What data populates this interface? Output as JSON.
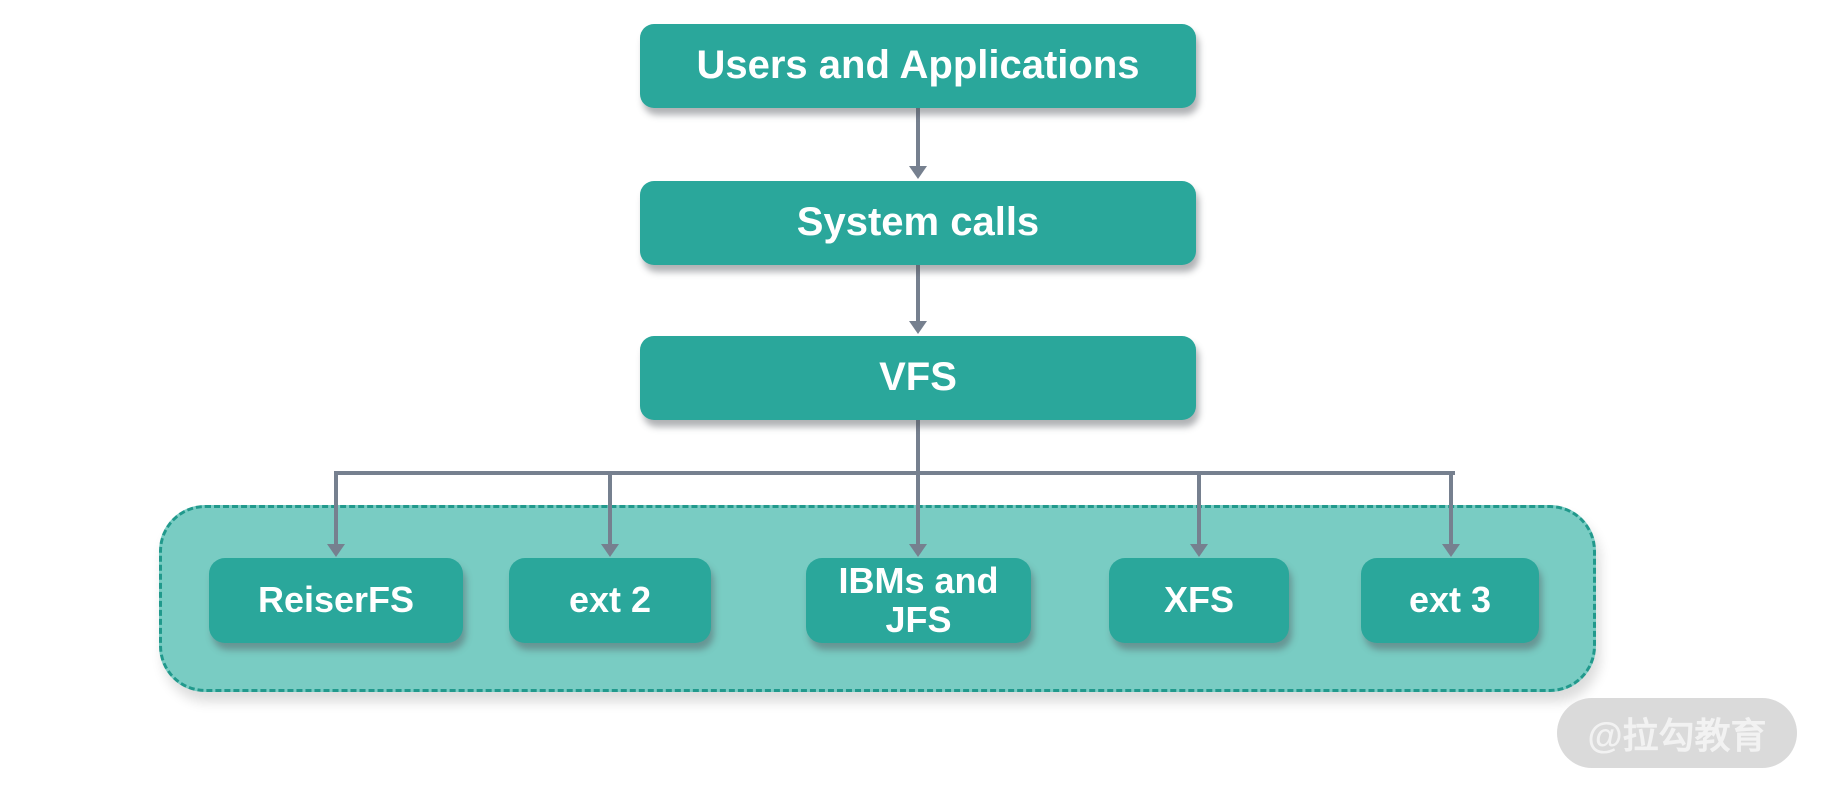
{
  "diagram": {
    "nodes": {
      "users": {
        "label": "Users and Applications"
      },
      "system_calls": {
        "label": "System calls"
      },
      "vfs": {
        "label": "VFS"
      },
      "filesystems": [
        {
          "label": "ReiserFS"
        },
        {
          "label": "ext 2"
        },
        {
          "label": "IBMs and\nJFS"
        },
        {
          "label": "XFS"
        },
        {
          "label": "ext 3"
        }
      ]
    },
    "edges": [
      {
        "from": "Users and Applications",
        "to": "System calls"
      },
      {
        "from": "System calls",
        "to": "VFS"
      },
      {
        "from": "VFS",
        "to": "ReiserFS"
      },
      {
        "from": "VFS",
        "to": "ext 2"
      },
      {
        "from": "VFS",
        "to": "IBMs and JFS"
      },
      {
        "from": "VFS",
        "to": "XFS"
      },
      {
        "from": "VFS",
        "to": "ext 3"
      }
    ],
    "colors": {
      "node_fill": "#2aa79b",
      "group_fill": "#79ccc3",
      "group_border": "#21998c",
      "connector": "#76808f",
      "node_text": "#ffffff",
      "watermark_bg": "#dadada",
      "watermark_text": "#f2f2f2"
    },
    "watermark": {
      "text": "@拉勾教育"
    }
  }
}
